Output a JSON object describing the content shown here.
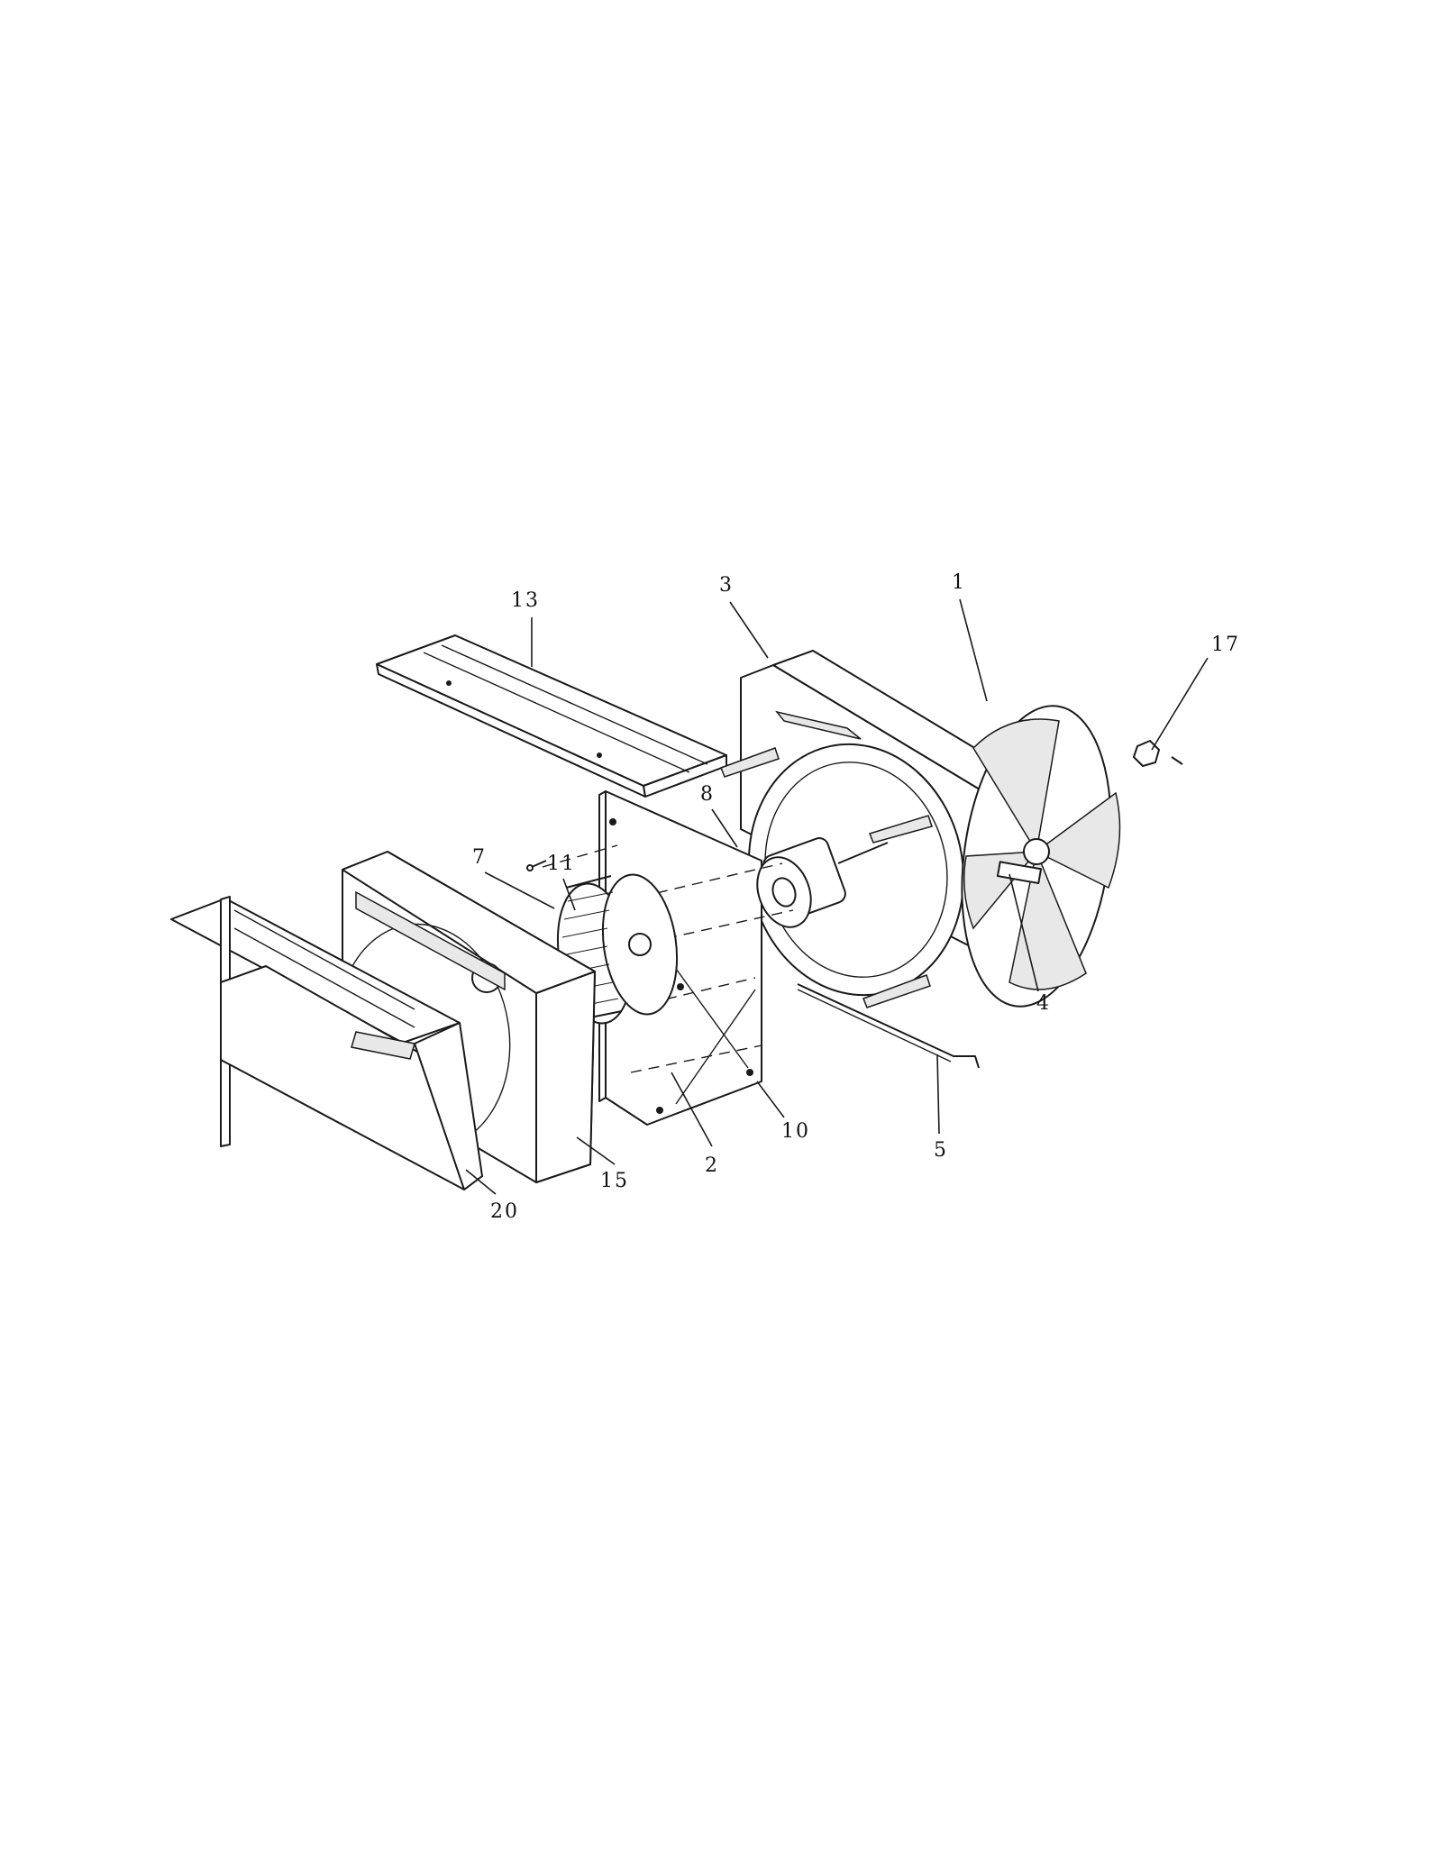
{
  "callouts": [
    {
      "id": "1",
      "label": "1"
    },
    {
      "id": "2",
      "label": "2"
    },
    {
      "id": "3",
      "label": "3"
    },
    {
      "id": "4",
      "label": "4"
    },
    {
      "id": "5",
      "label": "5"
    },
    {
      "id": "7",
      "label": "7"
    },
    {
      "id": "8",
      "label": "8"
    },
    {
      "id": "10",
      "label": "10"
    },
    {
      "id": "11",
      "label": "11"
    },
    {
      "id": "13",
      "label": "13"
    },
    {
      "id": "15",
      "label": "15"
    },
    {
      "id": "17",
      "label": "17"
    },
    {
      "id": "20",
      "label": "20"
    }
  ],
  "colors": {
    "line": "#1a1a1a",
    "background": "#ffffff",
    "shade": "#e8e8e8"
  }
}
